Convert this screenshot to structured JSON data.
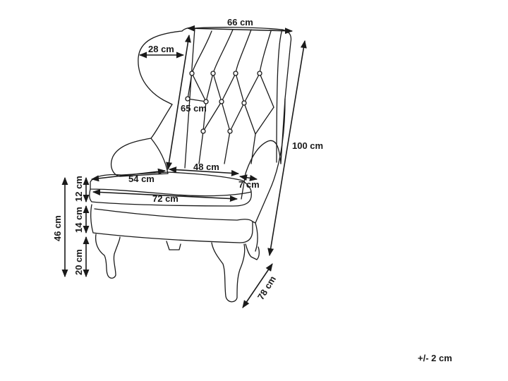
{
  "labels": {
    "width": "66 cm",
    "wing_depth": "28 cm",
    "back_height": "65 cm",
    "total_height": "100 cm",
    "inner_width": "48 cm",
    "seat_depth": "54 cm",
    "arm_width": "7 cm",
    "seat_width": "72 cm",
    "seat_height": "46 cm",
    "cushion_height": "12 cm",
    "frame_height": "14 cm",
    "leg_height": "20 cm",
    "total_depth": "78 cm",
    "tolerance": "+/- 2 cm"
  },
  "colors": {
    "line": "#1a1a1a",
    "background": "#ffffff"
  }
}
